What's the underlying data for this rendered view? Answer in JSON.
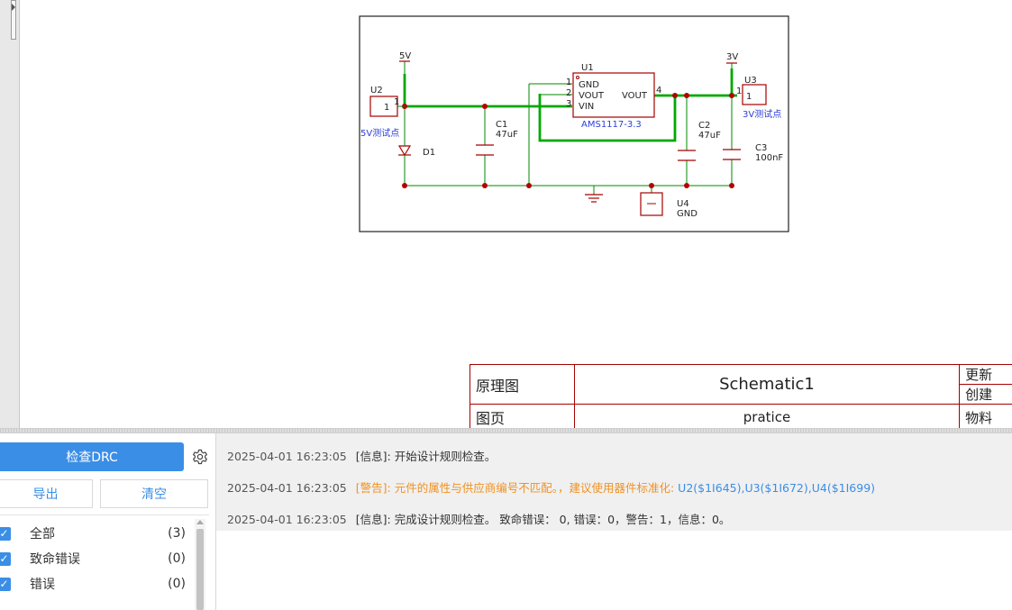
{
  "schematic": {
    "labels": {
      "u1": "U1",
      "u1_part": "AMS1117-3.3",
      "gnd": "GND",
      "vout_left": "VOUT",
      "vout_right": "VOUT",
      "vin": "VIN",
      "pin1": "1",
      "pin2": "2",
      "pin3": "3",
      "pin4": "4",
      "u2": "U2",
      "u2_pin": "1",
      "u2_desc": "5V测试点",
      "u3": "U3",
      "u3_pin": "1",
      "u3_desc": "3V测试点",
      "u4": "U4",
      "u4_desc": "GND",
      "pwr_5v": "5V",
      "pwr_3v": "3V",
      "d1": "D1",
      "c1": "C1",
      "c1_val": "47uF",
      "c2": "C2",
      "c2_val": "47uF",
      "c3": "C3",
      "c3_val": "100nF"
    }
  },
  "titleblock": {
    "r1c1": "原理图",
    "r1c2": "Schematic1",
    "r1c3": "更新",
    "r1c3b": "创建",
    "r2c1": "图页",
    "r2c2": "pratice",
    "r2c3": "物料"
  },
  "drc": {
    "check_label": "检查DRC",
    "export_label": "导出",
    "clear_label": "清空",
    "filters": [
      {
        "label": "全部",
        "count": "(3)"
      },
      {
        "label": "致命错误",
        "count": "(0)"
      },
      {
        "label": "错误",
        "count": "(0)"
      }
    ]
  },
  "log": {
    "entries": [
      {
        "time": "2025-04-01 16:23:05",
        "tag": "[信息]",
        "text": ": 开始设计规则检查。",
        "links": ""
      },
      {
        "time": "2025-04-01 16:23:05",
        "tag": "[警告]",
        "text": ": 元件的属性与供应商编号不匹配。，建议使用器件标准化:",
        "links": "U2($1I645),U3($1I672),U4($1I699)"
      },
      {
        "time": "2025-04-01 16:23:05",
        "tag": "[信息]",
        "text": ": 完成设计规则检查。 致命错误： 0, 错误：0，警告：1，信息：0。",
        "links": ""
      }
    ]
  },
  "colors": {
    "wire": "#008800",
    "wire_bold": "#00a800",
    "component": "#a50000",
    "accent": "#3a8ee6",
    "warning": "#f09222"
  },
  "icons": {
    "settings": "gear-icon",
    "check": "checkbox-checked-icon"
  }
}
